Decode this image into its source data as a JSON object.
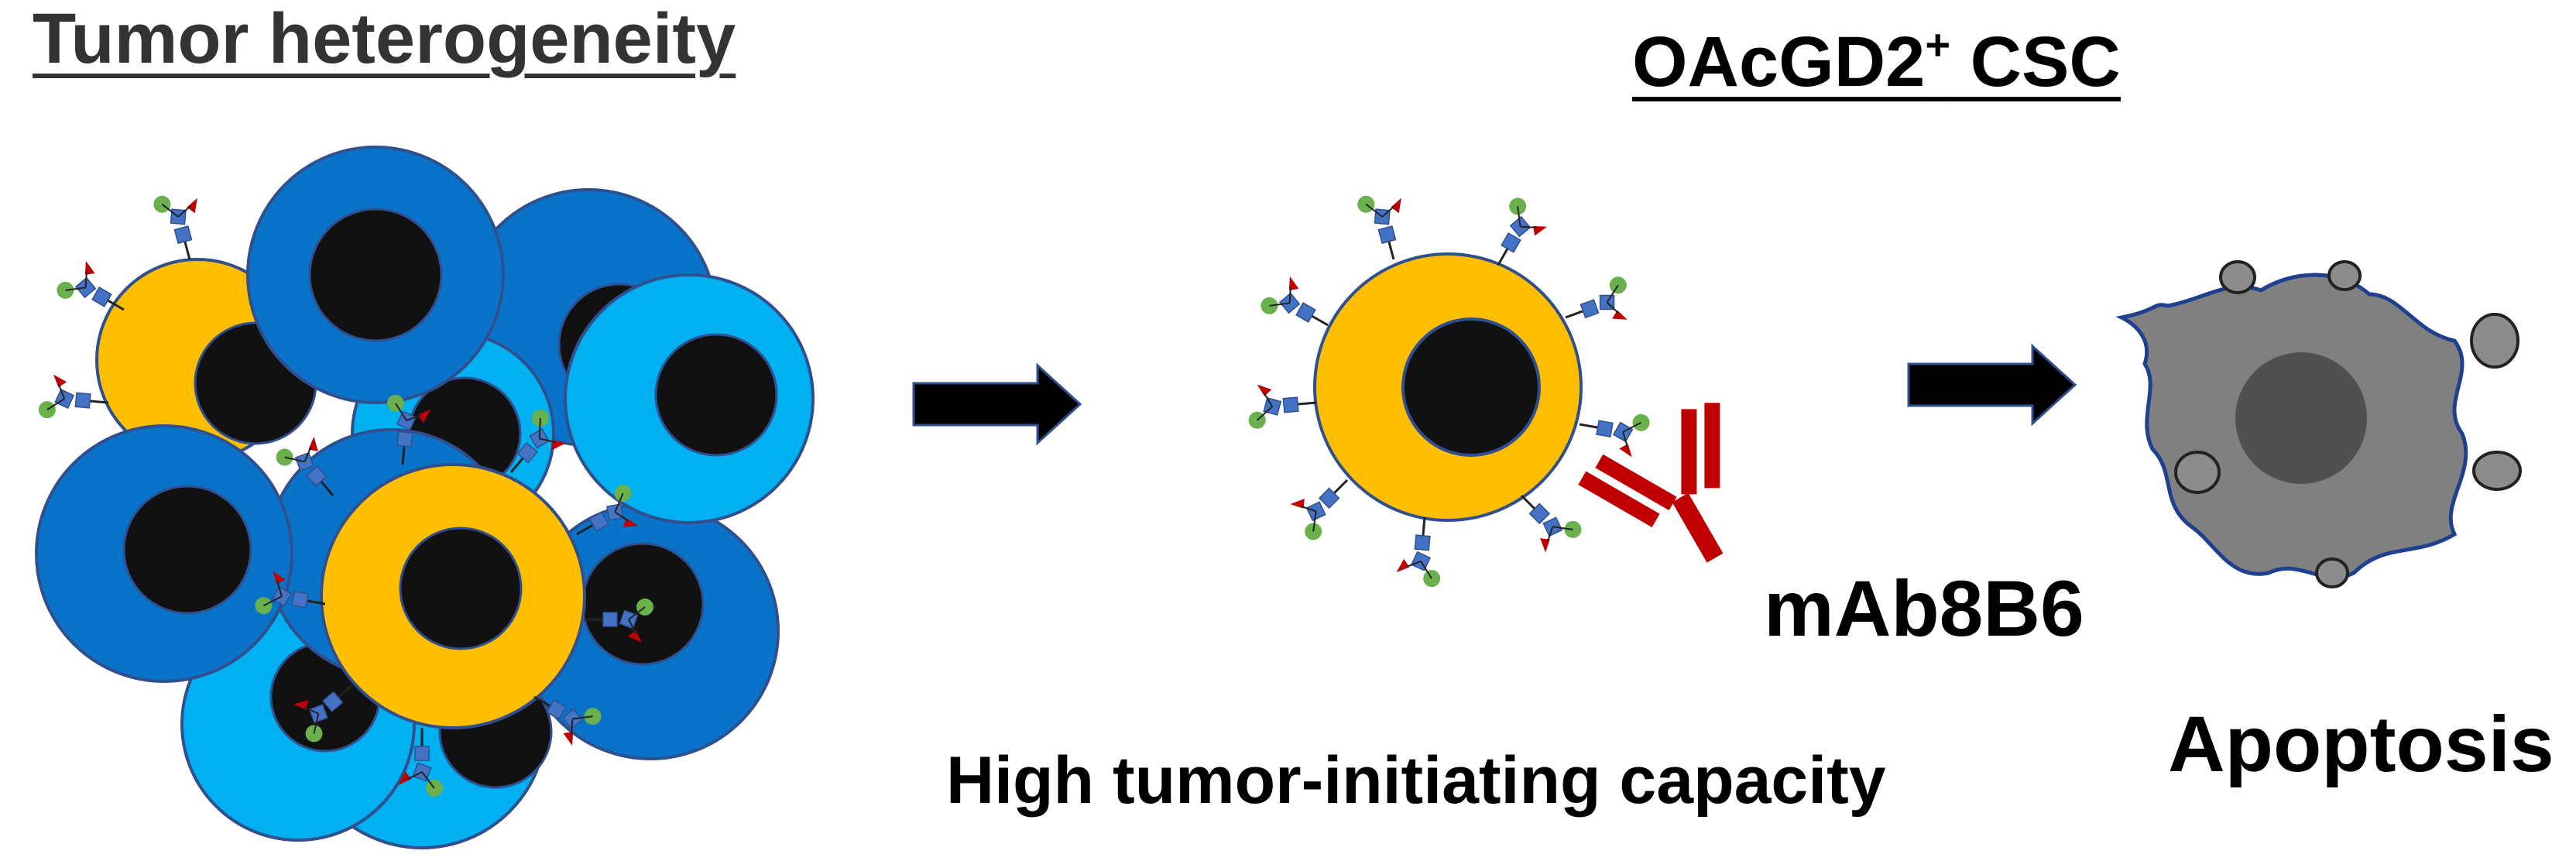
{
  "title_left": "Tumor heterogeneity",
  "title_right_main": "OAcGD2",
  "title_right_sup": "+",
  "title_right_tail": " CSC",
  "antibody_label": "mAb8B6",
  "capacity_label": "High tumor-initiating capacity",
  "apoptosis_label": "Apoptosis",
  "colors": {
    "cell_yellow": "#FFBE00",
    "cell_dark_blue": "#0873C8",
    "cell_light_blue": "#00B0F0",
    "nucleus": "#111111",
    "outline": "#2F4F8F",
    "sugar_green": "#6AB04C",
    "sugar_blue": "#4472C4",
    "sugar_red": "#C00000",
    "antibody": "#C00000",
    "arrow": "#000000",
    "apoptotic_cell": "#808080"
  }
}
